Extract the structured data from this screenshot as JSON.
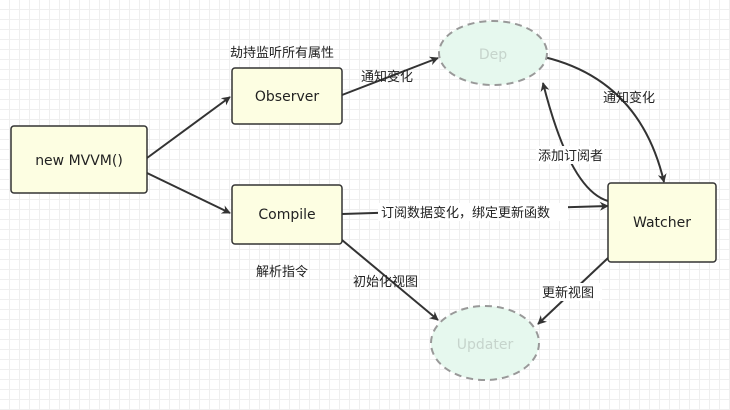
{
  "nodes": {
    "mvvm": "new MVVM()",
    "observer": "Observer",
    "compile": "Compile",
    "watcher": "Watcher",
    "dep": "Dep",
    "updater": "Updater"
  },
  "labels": {
    "observer_caption": "劫持监听所有属性",
    "compile_caption": "解析指令",
    "observer_to_dep": "通知变化",
    "dep_to_watcher": "通知变化",
    "watcher_to_dep": "添加订阅者",
    "compile_to_watcher": "订阅数据变化，绑定更新函数",
    "compile_to_updater": "初始化视图",
    "watcher_to_updater": "更新视图"
  },
  "colors": {
    "box_fill": "#fdfee2",
    "box_stroke": "#333333",
    "ellipse_fill": "#e6f8ee",
    "ellipse_stroke": "#999999",
    "arrow": "#333333",
    "ghost_text": "#c6d4cc"
  }
}
